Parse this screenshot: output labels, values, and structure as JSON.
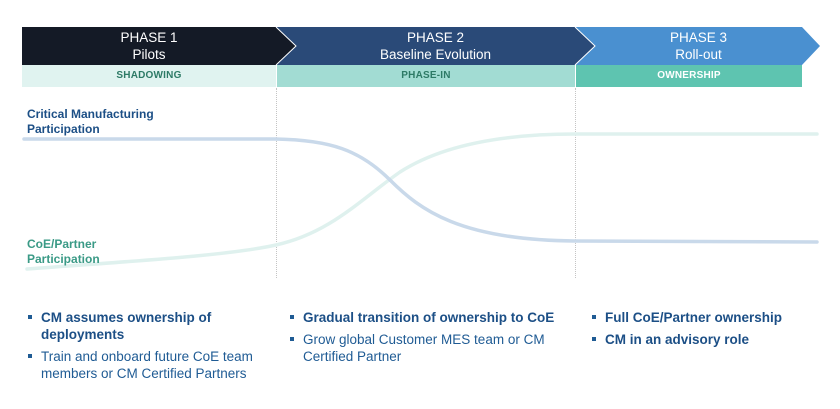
{
  "phases": [
    {
      "title": "PHASE 1",
      "subtitle": "Pilots",
      "stage": "SHADOWING",
      "bullets": [
        {
          "text": "CM assumes ownership of deployments",
          "bold": true
        },
        {
          "text": "Train and onboard future CoE team members or CM Certified Partners",
          "bold": false
        }
      ]
    },
    {
      "title": "PHASE 2",
      "subtitle": "Baseline Evolution",
      "stage": "PHASE-IN",
      "bullets": [
        {
          "text": "Gradual transition of ownership to CoE",
          "bold": true
        },
        {
          "text": "Grow global Customer MES team or CM Certified Partner",
          "bold": false
        }
      ]
    },
    {
      "title": "PHASE 3",
      "subtitle": "Roll-out",
      "stage": "OWNERSHIP",
      "bullets": [
        {
          "text": "Full CoE/Partner ownership",
          "bold": true
        },
        {
          "text": "CM in an advisory role",
          "bold": true
        }
      ]
    }
  ],
  "series": {
    "cm": {
      "label_line1": "Critical Manufacturing",
      "label_line2": "Participation",
      "trend": "high in Phase 1, declines during Phase 2, low in Phase 3"
    },
    "coe": {
      "label_line1": "CoE/Partner",
      "label_line2": "Participation",
      "trend": "low in Phase 1, rises during Phase 2, high in Phase 3"
    }
  },
  "colors": {
    "phase1": "#141a26",
    "phase2": "#2a4a78",
    "phase3": "#4a90d0",
    "stage1": "#e0f3f0",
    "stage2": "#a2dcd3",
    "stage3": "#5ec4b0",
    "stage_text_dark": "#2d7a66",
    "stage_text_light": "#ffffff",
    "cm_line": "#c9d9ea",
    "coe_line": "#dff1ee",
    "cm_label": "#1c4f86",
    "coe_label": "#3a9a86"
  }
}
